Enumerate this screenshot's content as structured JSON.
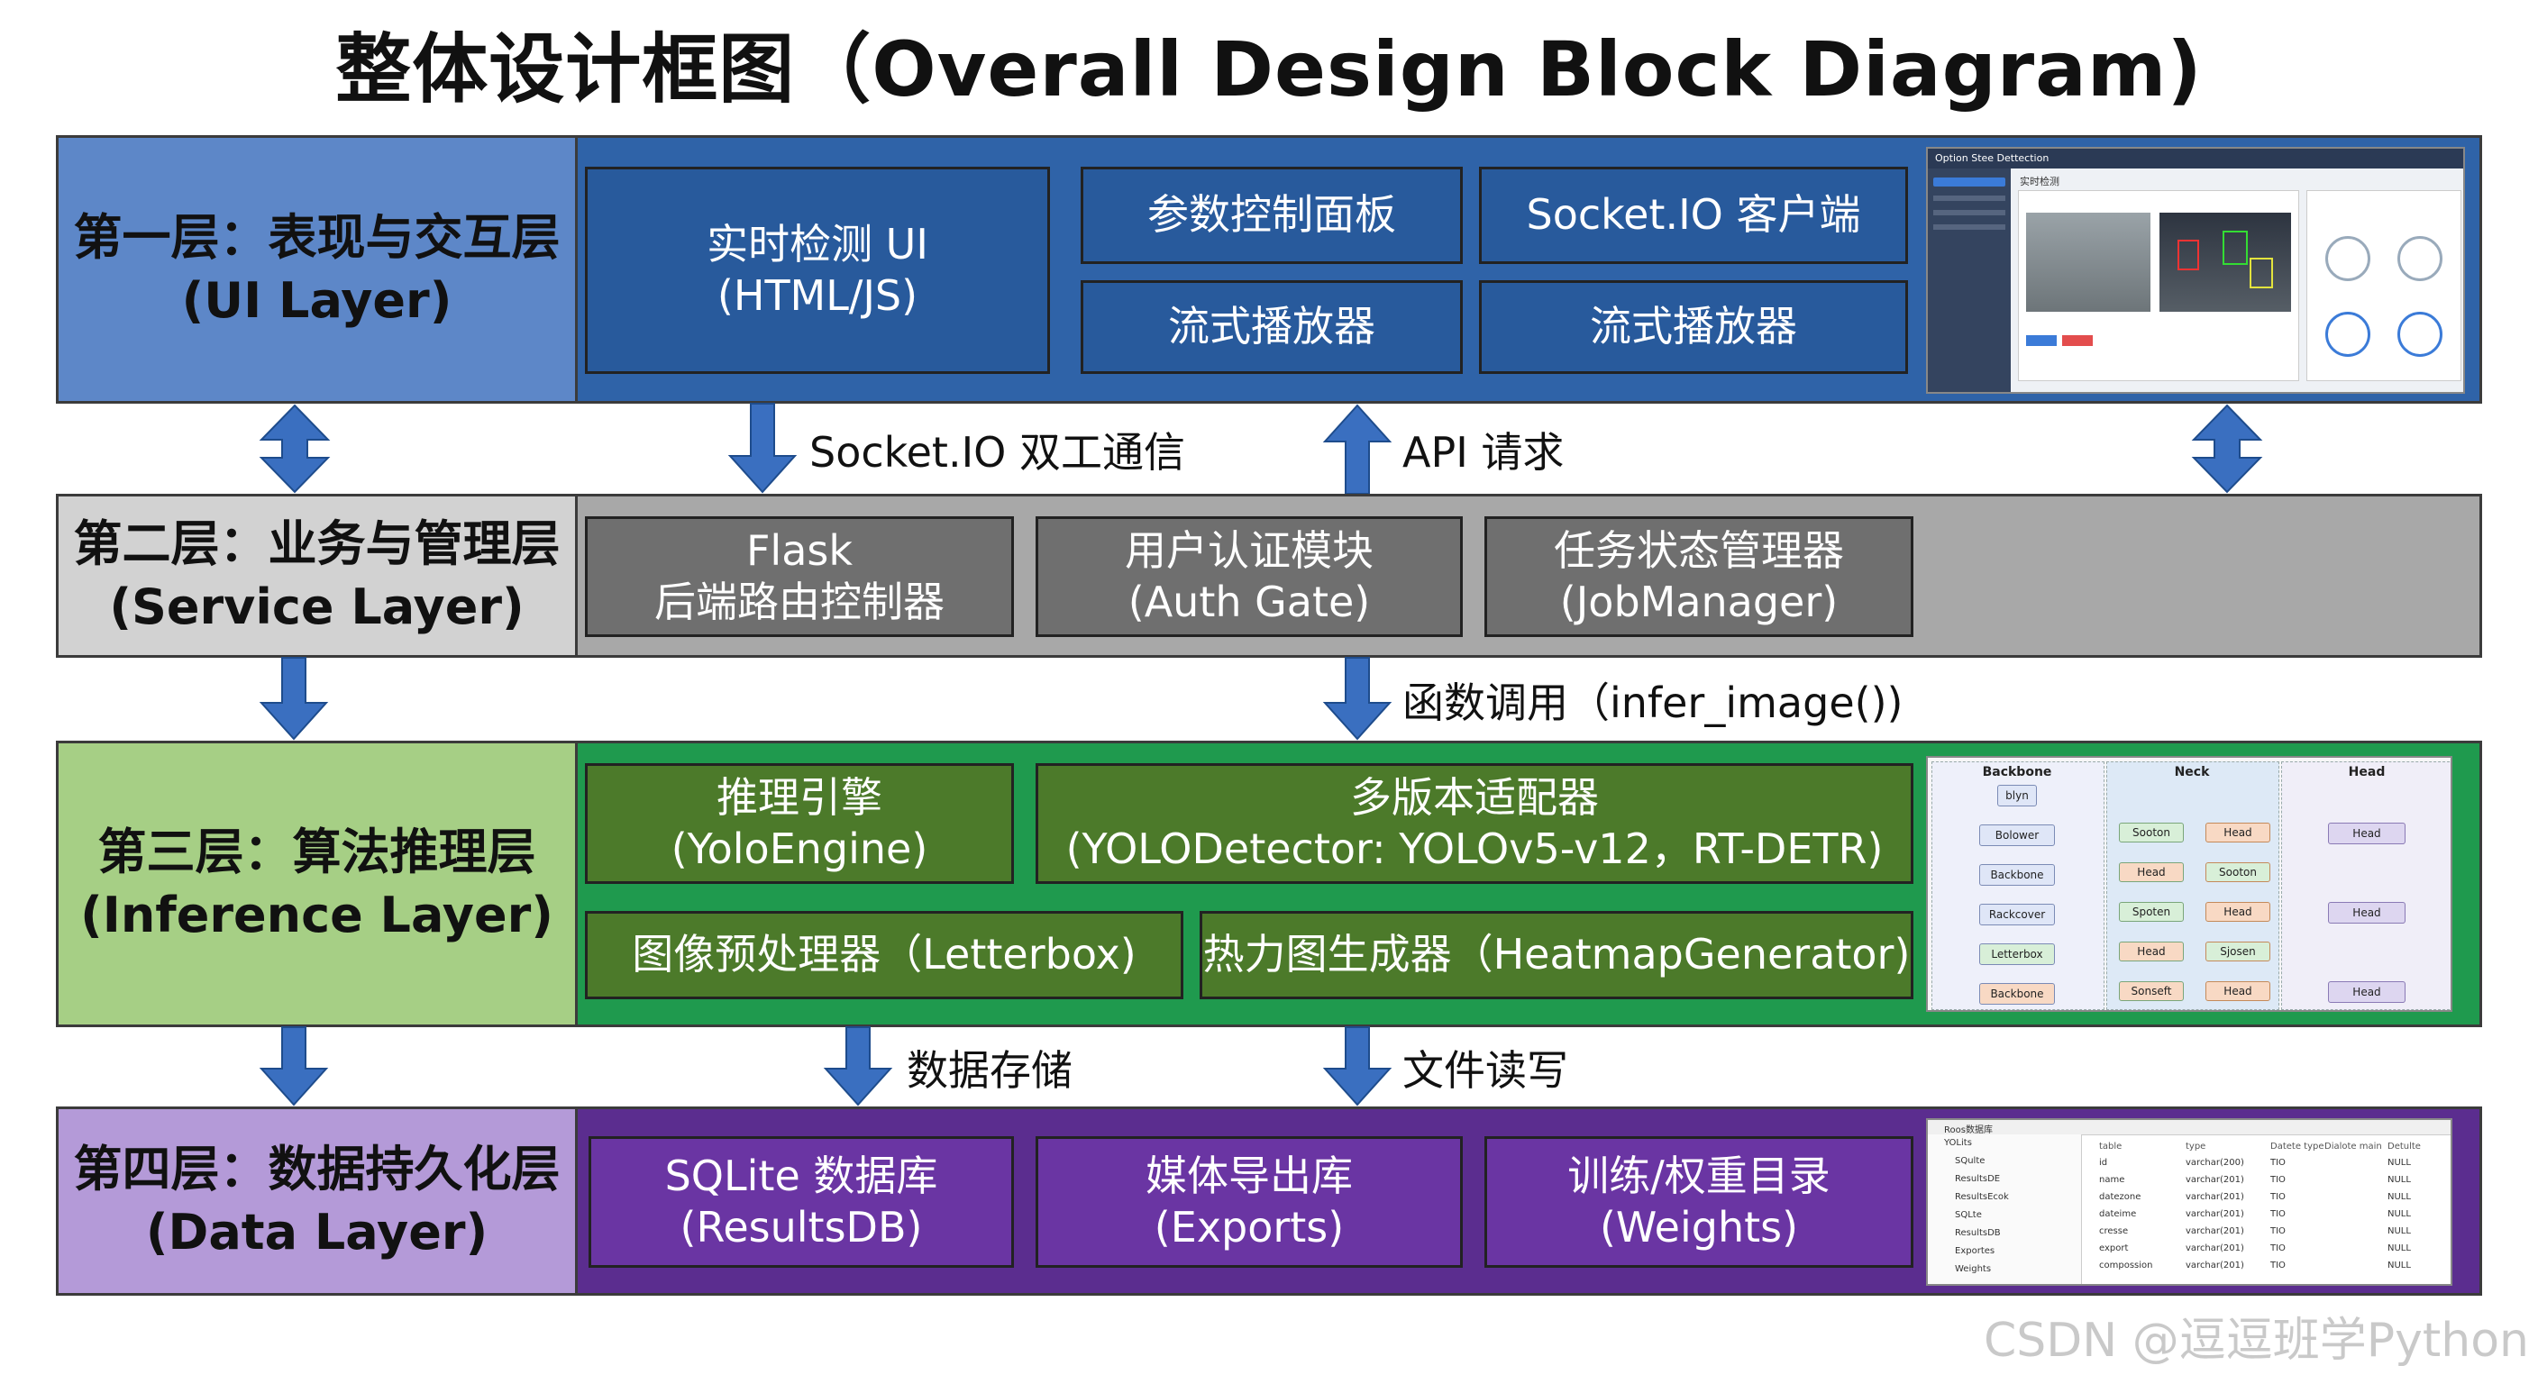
{
  "title": "整体设计框图（Overall Design Block Diagram)",
  "layers": [
    {
      "name": "第一层：表现与交互层",
      "sub": "(UI Layer)",
      "boxes": [
        {
          "line1": "实时检测 UI",
          "line2": "(HTML/JS)"
        },
        {
          "line1": "参数控制面板",
          "line2": ""
        },
        {
          "line1": "Socket.IO 客户端",
          "line2": ""
        },
        {
          "line1": "流式播放器",
          "line2": ""
        },
        {
          "line1": "流式播放器",
          "line2": ""
        }
      ]
    },
    {
      "name": "第二层：业务与管理层",
      "sub": "(Service Layer)",
      "boxes": [
        {
          "line1": "Flask",
          "line2": "后端路由控制器"
        },
        {
          "line1": "用户认证模块",
          "line2": "(Auth Gate)"
        },
        {
          "line1": "任务状态管理器",
          "line2": "(JobManager)"
        }
      ]
    },
    {
      "name": "第三层：算法推理层",
      "sub": "(Inference Layer)",
      "boxes": [
        {
          "line1": "推理引擎",
          "line2": "(YoloEngine)"
        },
        {
          "line1": "多版本适配器",
          "line2": "(YOLODetector: YOLOv5-v12，RT-DETR)"
        },
        {
          "line1": "图像预处理器（Letterbox)",
          "line2": ""
        },
        {
          "line1": "热力图生成器（HeatmapGenerator)",
          "line2": ""
        }
      ]
    },
    {
      "name": "第四层：数据持久化层",
      "sub": "(Data Layer)",
      "boxes": [
        {
          "line1": "SQLite 数据库",
          "line2": "(ResultsDB)"
        },
        {
          "line1": "媒体导出库",
          "line2": "(Exports)"
        },
        {
          "line1": "训练/权重目录",
          "line2": "(Weights)"
        }
      ]
    }
  ],
  "arrows": {
    "socket": "Socket.IO 双工通信",
    "api": "API 请求",
    "infer": "函数调用（infer_image())",
    "store": "数据存储",
    "file": "文件读写"
  },
  "net_diagram": {
    "cols": [
      "Backbone",
      "Neck",
      "Head"
    ],
    "backbone": [
      "blyn",
      "Bolower",
      "Backbone",
      "Rackcover",
      "Letterbox",
      "Backbone"
    ],
    "neck_left": [
      "Sooton",
      "Head",
      "Spoten",
      "Head",
      "Sonseft"
    ],
    "neck_right": [
      "Head",
      "Sooton",
      "Head",
      "Sjosen",
      "Head"
    ],
    "head": [
      "Head",
      "Head",
      "Head"
    ]
  },
  "ui_thumb": {
    "app": "Option Stee Dettection",
    "panel": "实时检测"
  },
  "db_thumb": {
    "root": "Roos数据库",
    "tree": [
      "YOLits",
      "SQulte",
      "ResultsDE",
      "ResultsEcok",
      "SQLte",
      "ResultsDB",
      "Exportes",
      "Weights"
    ],
    "cols": [
      "table",
      "type",
      "Datete type",
      "Dialote main",
      "Detulte"
    ],
    "rows": [
      [
        "id",
        "varchar(200)",
        "TIO",
        "NULL"
      ],
      [
        "name",
        "varchar(201)",
        "TIO",
        "NULL"
      ],
      [
        "datezone",
        "varchar(201)",
        "TIO",
        "NULL"
      ],
      [
        "dateime",
        "varchar(201)",
        "TIO",
        "NULL"
      ],
      [
        "cresse",
        "varchar(201)",
        "TIO",
        "NULL"
      ],
      [
        "export",
        "varchar(201)",
        "TIO",
        "NULL"
      ],
      [
        "compossion",
        "varchar(201)",
        "TIO",
        "NULL"
      ]
    ]
  },
  "watermark": "CSDN @逗逗班学Python"
}
